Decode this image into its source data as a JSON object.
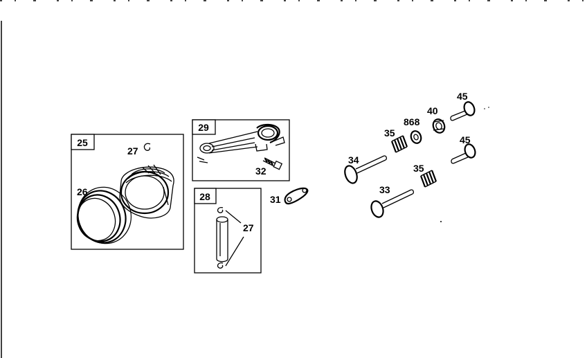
{
  "diagram": {
    "boxes": {
      "piston": "25",
      "connecting_rod": "29",
      "wrist_pin": "28"
    },
    "labels": {
      "piston_clip": "27",
      "rings": "26",
      "rod_bolt": "32",
      "rod_cap_lock": "31",
      "pin_clips": "27",
      "exhaust_valve": "34",
      "intake_valve": "33",
      "spring_upper": "35",
      "spring_lower": "35",
      "spring_retainer": "868",
      "rotator": "40",
      "tappet_upper": "45",
      "tappet_lower": "45"
    }
  }
}
